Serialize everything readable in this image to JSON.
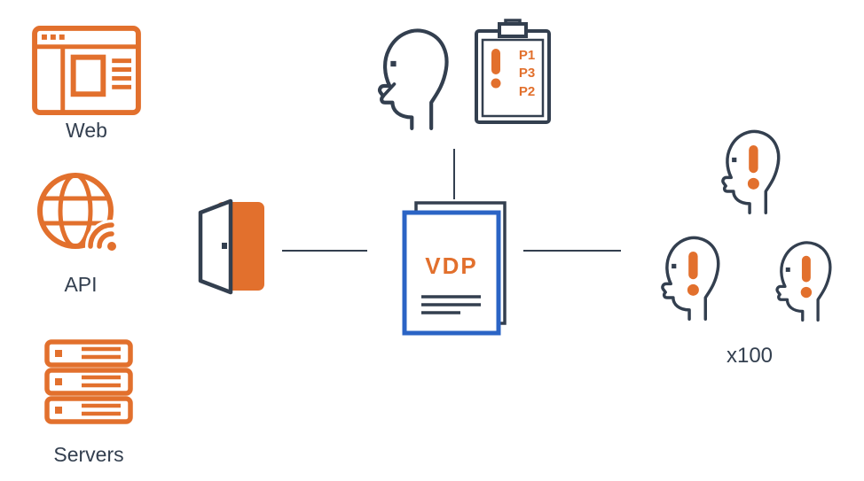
{
  "colors": {
    "orange": "#E2702D",
    "navy": "#333F4F",
    "blue": "#2B64C5",
    "background": "#FFFFFF"
  },
  "diagram": {
    "assets": [
      {
        "label": "Web",
        "icon": "browser-window-icon"
      },
      {
        "label": "API",
        "icon": "globe-signal-icon"
      },
      {
        "label": "Servers",
        "icon": "server-rack-icon"
      }
    ],
    "door": {
      "icon": "open-door-icon"
    },
    "vdp_document": {
      "title": "VDP",
      "icon": "document-stack-icon"
    },
    "triage": {
      "head_icon": "analyst-head-icon",
      "clipboard_icon": "clipboard-icon",
      "priorities": [
        "P1",
        "P3",
        "P2"
      ]
    },
    "researchers": {
      "icon": "researcher-head-exclamation-icon",
      "count_label": "x100"
    }
  }
}
